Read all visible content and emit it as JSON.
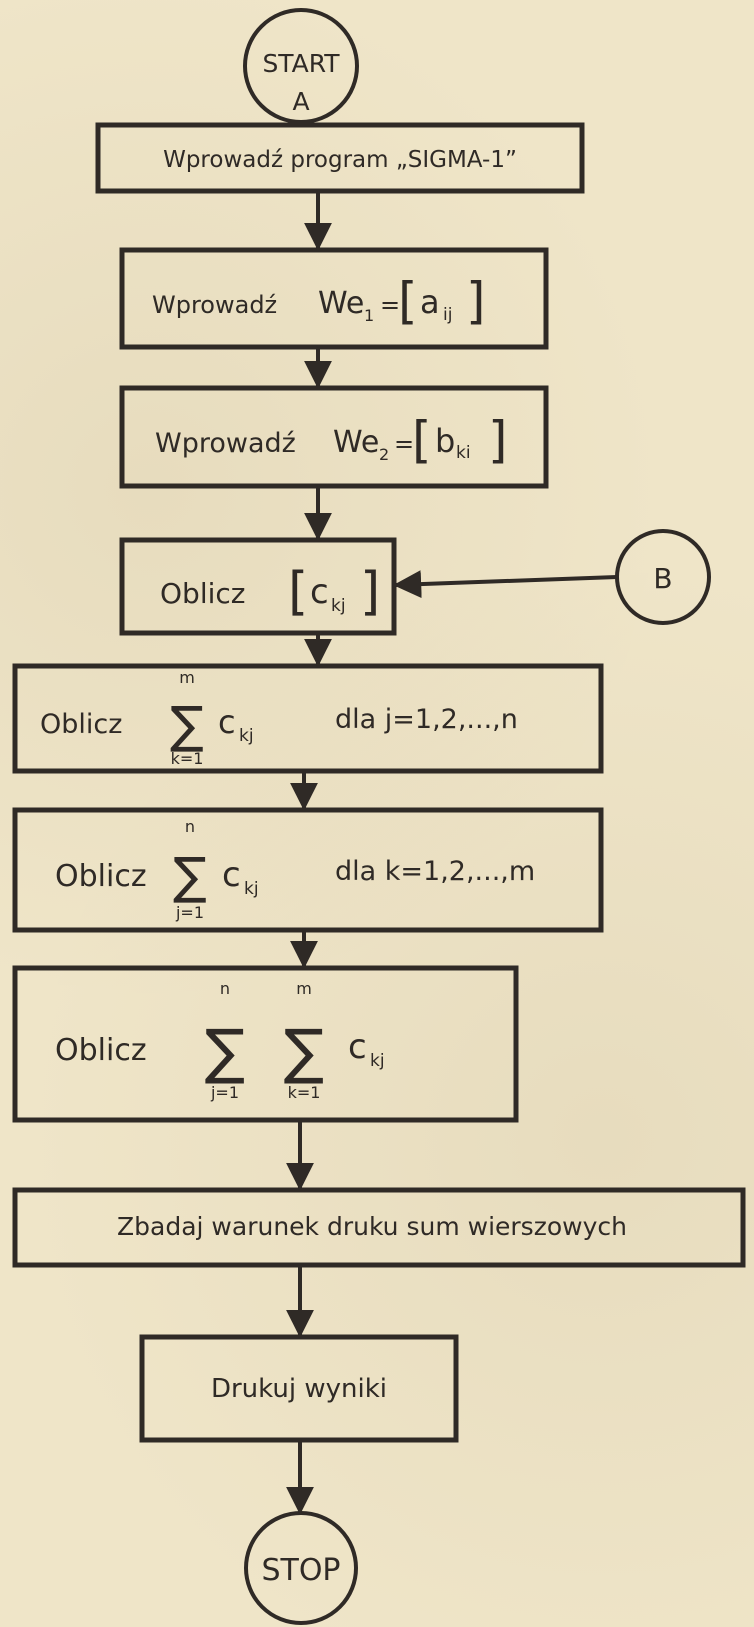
{
  "nodes": {
    "start": {
      "line1": "START",
      "line2": "A"
    },
    "load_program": {
      "text": "Wprowadź program „SIGMA-1”"
    },
    "input_we1": {
      "label": "Wprowadź",
      "var": "We",
      "sub": "1",
      "eq": "=",
      "matrix": "a",
      "msub": "ij"
    },
    "input_we2": {
      "label": "Wprowadź",
      "var": "We",
      "sub": "2",
      "eq": "=",
      "matrix": "b",
      "msub": "ki"
    },
    "compute_c": {
      "label": "Oblicz",
      "matrix": "c",
      "msub": "kj"
    },
    "connector_b": {
      "text": "B"
    },
    "sum_rows": {
      "label": "Oblicz",
      "upper": "m",
      "lower": "k=1",
      "term": "c",
      "tsub": "kj",
      "cond": "dla  j=1,2,...,n"
    },
    "sum_cols": {
      "label": "Oblicz",
      "upper": "n",
      "lower": "j=1",
      "term": "c",
      "tsub": "kj",
      "cond": "dla  k=1,2,...,m"
    },
    "sum_total": {
      "label": "Oblicz",
      "upper1": "n",
      "lower1": "j=1",
      "upper2": "m",
      "lower2": "k=1",
      "term": "c",
      "tsub": "kj"
    },
    "check_condition": {
      "text": "Zbadaj warunek druku sum wierszowych"
    },
    "print_results": {
      "text": "Drukuj wyniki"
    },
    "stop": {
      "text": "STOP"
    }
  }
}
